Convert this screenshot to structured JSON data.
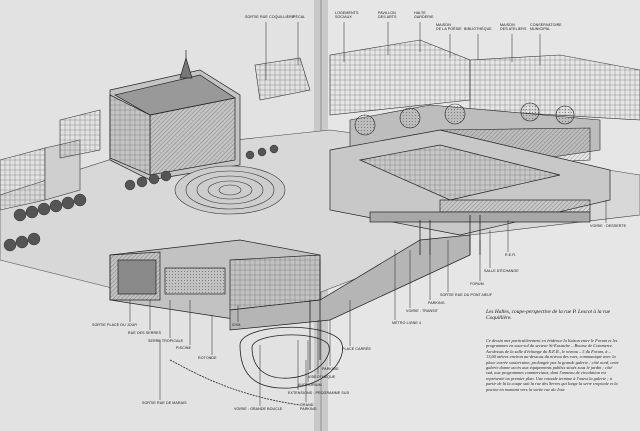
{
  "labels": {
    "sortie_coquilliere": "SORTIE RUE COQUILLIÈRE",
    "pecal": "PÉCAL",
    "logements": "LOGEMENTS\nSOCIAUX",
    "pavillon_arts": "PAVILLON\nDES ARTS",
    "halte_garderie": "HALTE\nGARDERIE",
    "maison_poesie": "MAISON\nDE LA POÉSIE",
    "bibliotheque": "BIBLIOTHÈQUE",
    "maison_ateliers": "MAISON\nDES ATELIERS",
    "conservatoire": "CONSERVATOIRE\nMUNICIPAL",
    "voirie_desserte": "VOIRIE : DESSERTE",
    "rer": "R.E.R.",
    "salle_echange": "SALLE D'ÉCHANGE",
    "forum": "FORUM",
    "sortie_pont_neuf": "SORTIE RUE DU PONT-NEUF",
    "parking": "PARKING",
    "voirie_transit": "VOIRIE : TRANSIT",
    "metro_ligne": "MÉTRO LIGNE 4",
    "sortie_place_jour": "SORTIE PLACE DU JOUR",
    "rue_serres": "RUE DES SERRES",
    "serre_tropicale": "SERRE TROPICALE",
    "piscine": "PISCINE",
    "gym": "GYM.",
    "rotonde": "ROTONDE",
    "place_carree": "PLACE CARRÉE",
    "parking2": "PARKING",
    "videotheque": "VIDÉOTHÈQUE",
    "auditorium": "AUDITORIUM",
    "extensions": "EXTENSIONS : PROGRAMME SUD",
    "voirie_grande": "VOIRIE : GRANDE BOUCLE",
    "grand_parking": "GRAND\nPARKING",
    "sortie_marais": "SORTIE RUE DE MARAIS"
  },
  "caption": {
    "title": "Les Halles, coupe-perspective de la rue P. Lescot à la rue Coquillière.",
    "body": "Ce dessin met particulièrement en évidence la liaison entre le Forum et les programmes en sous-sol du secteur St-Eustache – Bourse de Commerce. Au-dessus de la salle d'échange du R.E.R., le niveau – 3 du Forum, à – 13,60 mètres environ au-dessous du niveau des rues, communique avec la place carrée souterraine, prolongée par la grande galerie ; côté nord, cette galerie donne accès aux équipements publics situés sous le jardin ; côté sud, aux programmes commerciaux, dont l'anneau de circulation est représenté au premier plan. Une rotonde termine à l'ouest la galerie ; à partir de là la coupe suit la rue des Serres qui longe la serre tropicale et la piscine en montant vers la sortie rue du Jour."
  }
}
